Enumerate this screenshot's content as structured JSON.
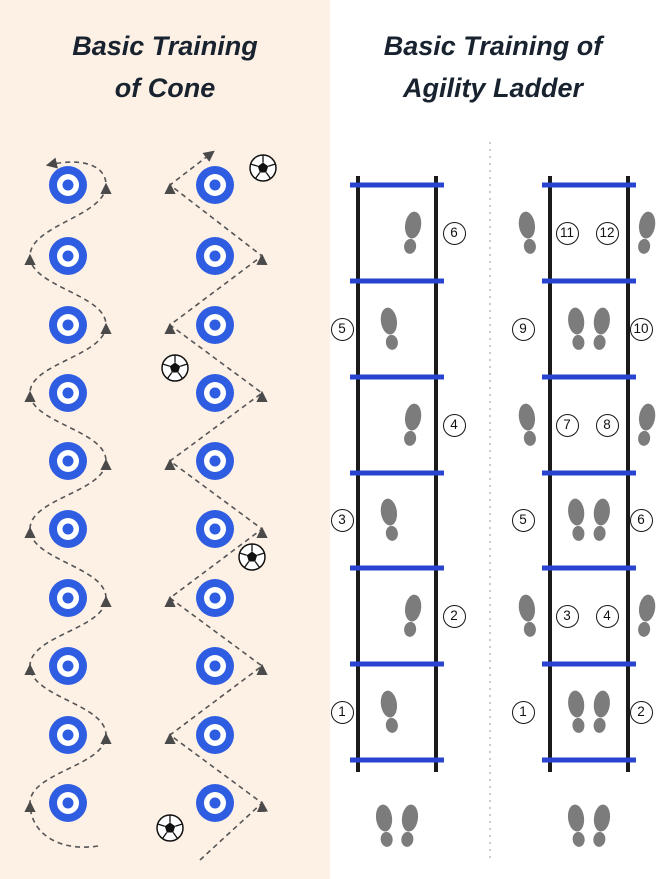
{
  "titles": {
    "left": {
      "line1": "Basic Training",
      "line2": "of Cone"
    },
    "right": {
      "line1": "Basic Training of",
      "line2": "Agility Ladder"
    }
  },
  "cone_drill": {
    "columns": [
      {
        "path_style": "slalom-curve",
        "cones": 10
      },
      {
        "path_style": "zigzag",
        "cones": 10
      }
    ],
    "soccer_balls": 4
  },
  "ladder_drill": {
    "ladder1": {
      "steps": [
        "1",
        "2",
        "3",
        "4",
        "5",
        "6"
      ]
    },
    "ladder2": {
      "steps": [
        "1",
        "2",
        "3",
        "4",
        "5",
        "6",
        "7",
        "8",
        "9",
        "10",
        "11",
        "12"
      ]
    }
  },
  "icons": {
    "cone": "cone-top-view-donut",
    "soccer_ball": "soccer-ball",
    "footprint": "shoe-footprint",
    "arrow": "direction-arrowhead"
  },
  "colors": {
    "cone_blue": "#2f5de2",
    "ladder_rung_blue": "#2743cf",
    "ladder_rail_black": "#1a1a1a",
    "footprint_gray": "#7c7c7c",
    "left_panel_background": "#fdf0e4",
    "title_text": "#18232f"
  }
}
